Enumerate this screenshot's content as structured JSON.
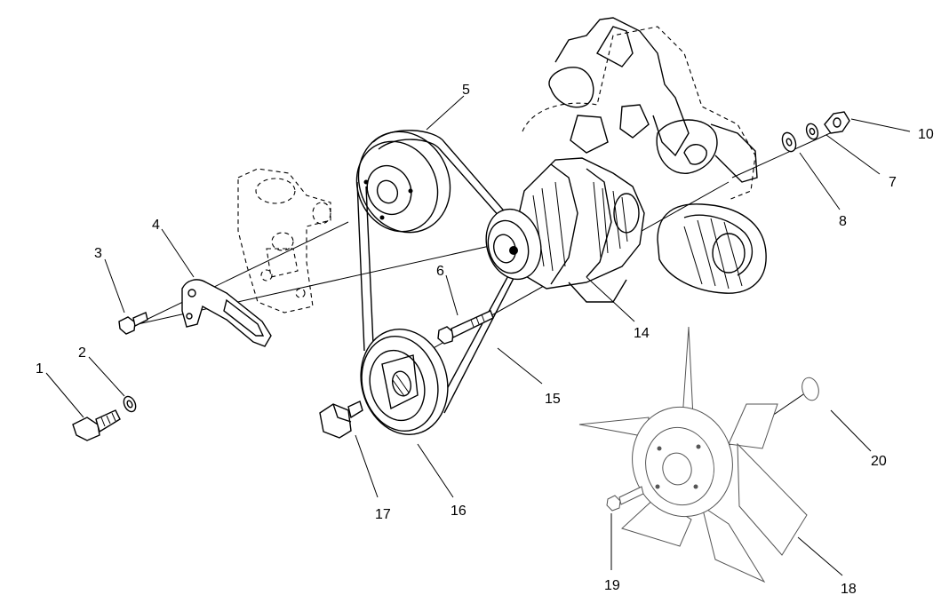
{
  "callouts": [
    {
      "id": "c1",
      "label": "1"
    },
    {
      "id": "c2",
      "label": "2"
    },
    {
      "id": "c3",
      "label": "3"
    },
    {
      "id": "c4",
      "label": "4"
    },
    {
      "id": "c5",
      "label": "5"
    },
    {
      "id": "c6",
      "label": "6"
    },
    {
      "id": "c7",
      "label": "7"
    },
    {
      "id": "c8",
      "label": "8"
    },
    {
      "id": "c10",
      "label": "10"
    },
    {
      "id": "c14",
      "label": "14"
    },
    {
      "id": "c15",
      "label": "15"
    },
    {
      "id": "c16",
      "label": "16"
    },
    {
      "id": "c17",
      "label": "17"
    },
    {
      "id": "c18",
      "label": "18"
    },
    {
      "id": "c19",
      "label": "19"
    },
    {
      "id": "c20",
      "label": "20"
    }
  ]
}
